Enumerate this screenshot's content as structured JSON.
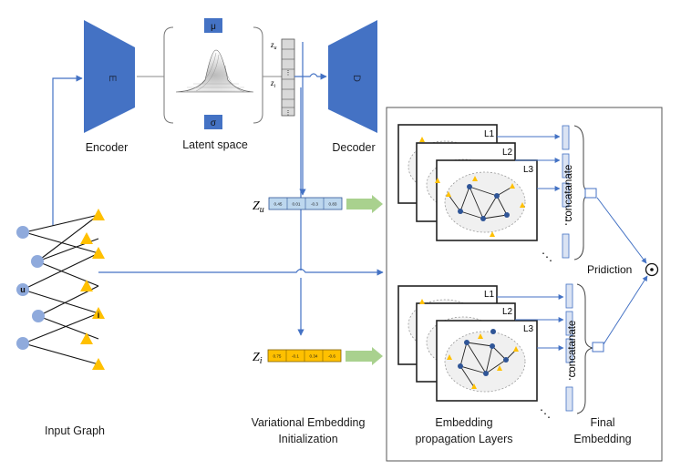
{
  "encoder": {
    "symbol": "E",
    "caption": "Encoder"
  },
  "decoder": {
    "symbol": "D",
    "caption": "Decoder"
  },
  "latent": {
    "caption": "Latent space",
    "mu": "μ",
    "sigma": "σ"
  },
  "latent_vector": {
    "zu": "z",
    "zu_sub": "u",
    "zi": "z",
    "zi_sub": "i",
    "ellipsis": "⋮"
  },
  "embeddings": {
    "zu": {
      "symbol": "Z",
      "sub": "u",
      "values": [
        "0.45",
        "0.01",
        "-0.3",
        "0.83"
      ]
    },
    "zi": {
      "symbol": "Z",
      "sub": "i",
      "values": [
        "0.75",
        "-0.1",
        "0.34",
        "-0.6"
      ]
    }
  },
  "graph": {
    "caption": "Input Graph",
    "u_label": "u",
    "i_label": "i"
  },
  "init_caption": {
    "line1": "Variational Embedding",
    "line2": "Initialization"
  },
  "propagation": {
    "layers_top": [
      "L1",
      "L2",
      "L3"
    ],
    "layers_bottom": [
      "L1",
      "L2",
      "L3"
    ],
    "concat_top": "concatanate",
    "concat_bottom": "concatanate",
    "caption_line1": "Embedding",
    "caption_line2": "propagation Layers",
    "dots": "⋱"
  },
  "final": {
    "line1": "Final",
    "line2": "Embedding"
  },
  "prediction": {
    "label": "Pridiction",
    "op": "⊙"
  },
  "colors": {
    "blue": "#4472c4",
    "node": "#8faadc",
    "yellow": "#ffc000",
    "green": "#a9d18e",
    "zu_cell": "#bdd7ee",
    "zi_cell": "#ffc000"
  }
}
